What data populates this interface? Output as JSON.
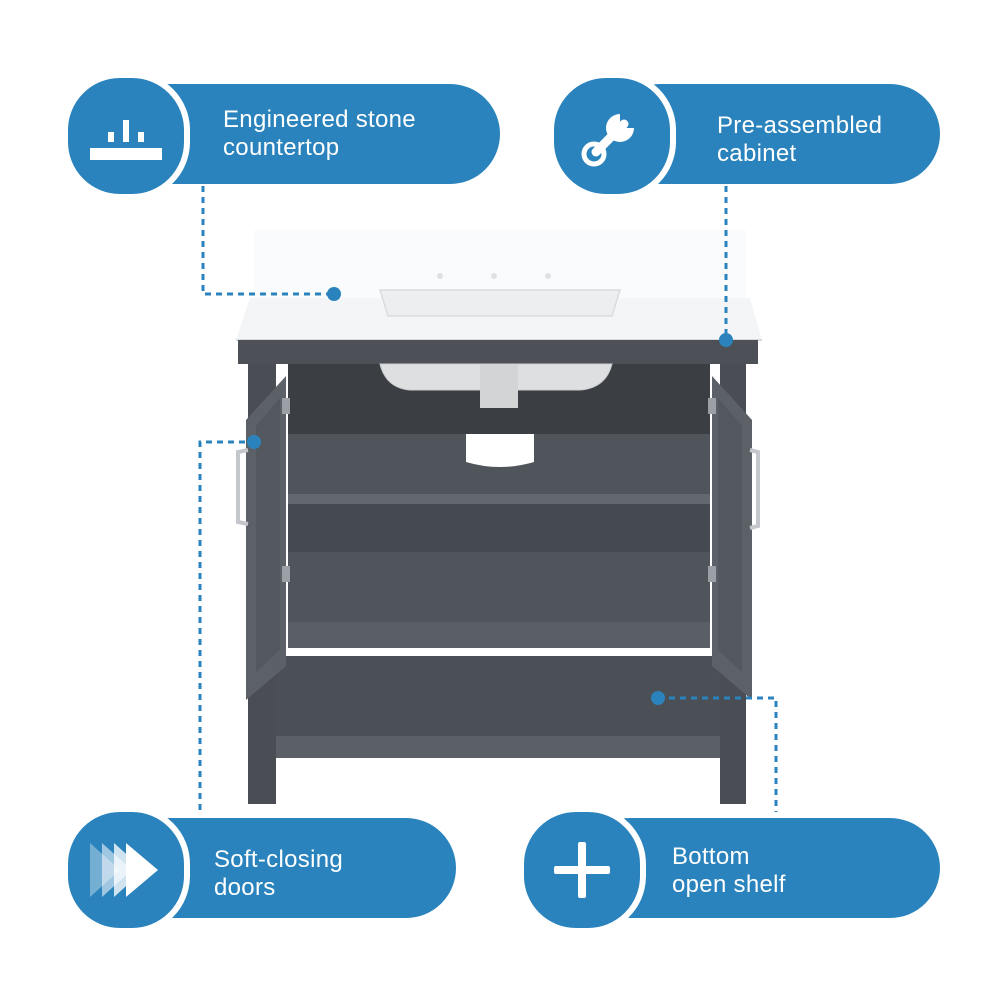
{
  "features": [
    {
      "id": "countertop",
      "icon": "faucet-icon",
      "line1": "Engineered stone",
      "line2": "countertop"
    },
    {
      "id": "cabinet",
      "icon": "wrench-icon",
      "line1": "Pre-assembled",
      "line2": "cabinet"
    },
    {
      "id": "doors",
      "icon": "fast-forward-icon",
      "line1": "Soft-closing",
      "line2": "doors"
    },
    {
      "id": "shelf",
      "icon": "plus-icon",
      "line1": "Bottom",
      "line2": "open shelf"
    }
  ],
  "colors": {
    "accent": "#2a83bc",
    "cabinet": "#4f5359",
    "countertop": "#f7f8f9"
  }
}
